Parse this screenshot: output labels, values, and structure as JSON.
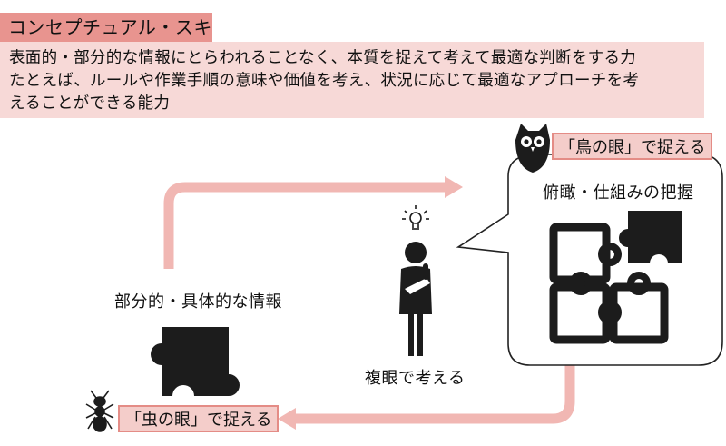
{
  "heading": "コンセプチュアル・スキル",
  "description_lines": [
    "表面的・部分的な情報にとらわれることなく、本質を捉えて考えて最適な判断をする力",
    "たとえば、ルールや作業手順の意味や価値を考え、状況に応じて最適なアプローチを考",
    "えることができる能力"
  ],
  "birds_eye": {
    "tag": "「鳥の眼」で捉える",
    "caption": "俯瞰・仕組みの把握",
    "icon": "owl-icon"
  },
  "person": {
    "caption": "複眼で考える",
    "icon": "thinking-person-icon",
    "idea_icon": "lightbulb-icon"
  },
  "partial": {
    "caption": "部分的・具体的な情報",
    "icon": "puzzle-piece-icon"
  },
  "bugs_eye": {
    "tag": "「虫の眼」で捉える",
    "icon": "ant-icon"
  },
  "colors": {
    "tag_background": "#e8948f",
    "description_background": "#f7d9d7",
    "arrow": "#f1b7b3",
    "icon": "#1c1c1c"
  }
}
